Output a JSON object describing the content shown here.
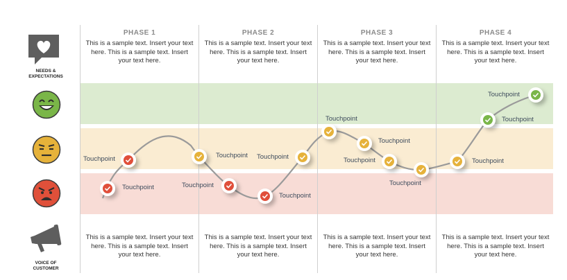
{
  "sidebar": {
    "needs_label_line1": "NEEDS &",
    "needs_label_line2": "EXPECTATIONS",
    "voice_label_line1": "VOICE OF",
    "voice_label_line2": "CUSTOMER"
  },
  "phases": [
    {
      "title": "PHASE 1",
      "text": "This is a sample text. Insert your text here. This is a sample text. Insert your text here.",
      "footer": "This is a sample text. Insert your text here. This is a sample text. Insert your text here."
    },
    {
      "title": "PHASE 2",
      "text": "This is a sample text. Insert your text here. This is a sample text. Insert your text here.",
      "footer": "This is a sample text. Insert your text here. This is a sample text. Insert your text here."
    },
    {
      "title": "PHASE 3",
      "text": "This is a sample text. Insert your text here. This is a sample text. Insert your text here.",
      "footer": "This is a sample text. Insert your text here. This is a sample text. Insert your text here."
    },
    {
      "title": "PHASE 4",
      "text": "This is a sample text. Insert your text here. This is a sample text. Insert your text here.",
      "footer": "This is a sample text. Insert your text here. This is a sample text. Insert your text here."
    }
  ],
  "touchpoint_label": "Touchpoint",
  "colors": {
    "positive": "#7ab648",
    "neutral": "#e6b23a",
    "negative": "#e0503a",
    "band_positive": "#dcebd0",
    "band_neutral": "#faecd2",
    "band_negative": "#f8dcd6",
    "icon_gray": "#5e5e5e",
    "curve": "#9a9a9a"
  }
}
